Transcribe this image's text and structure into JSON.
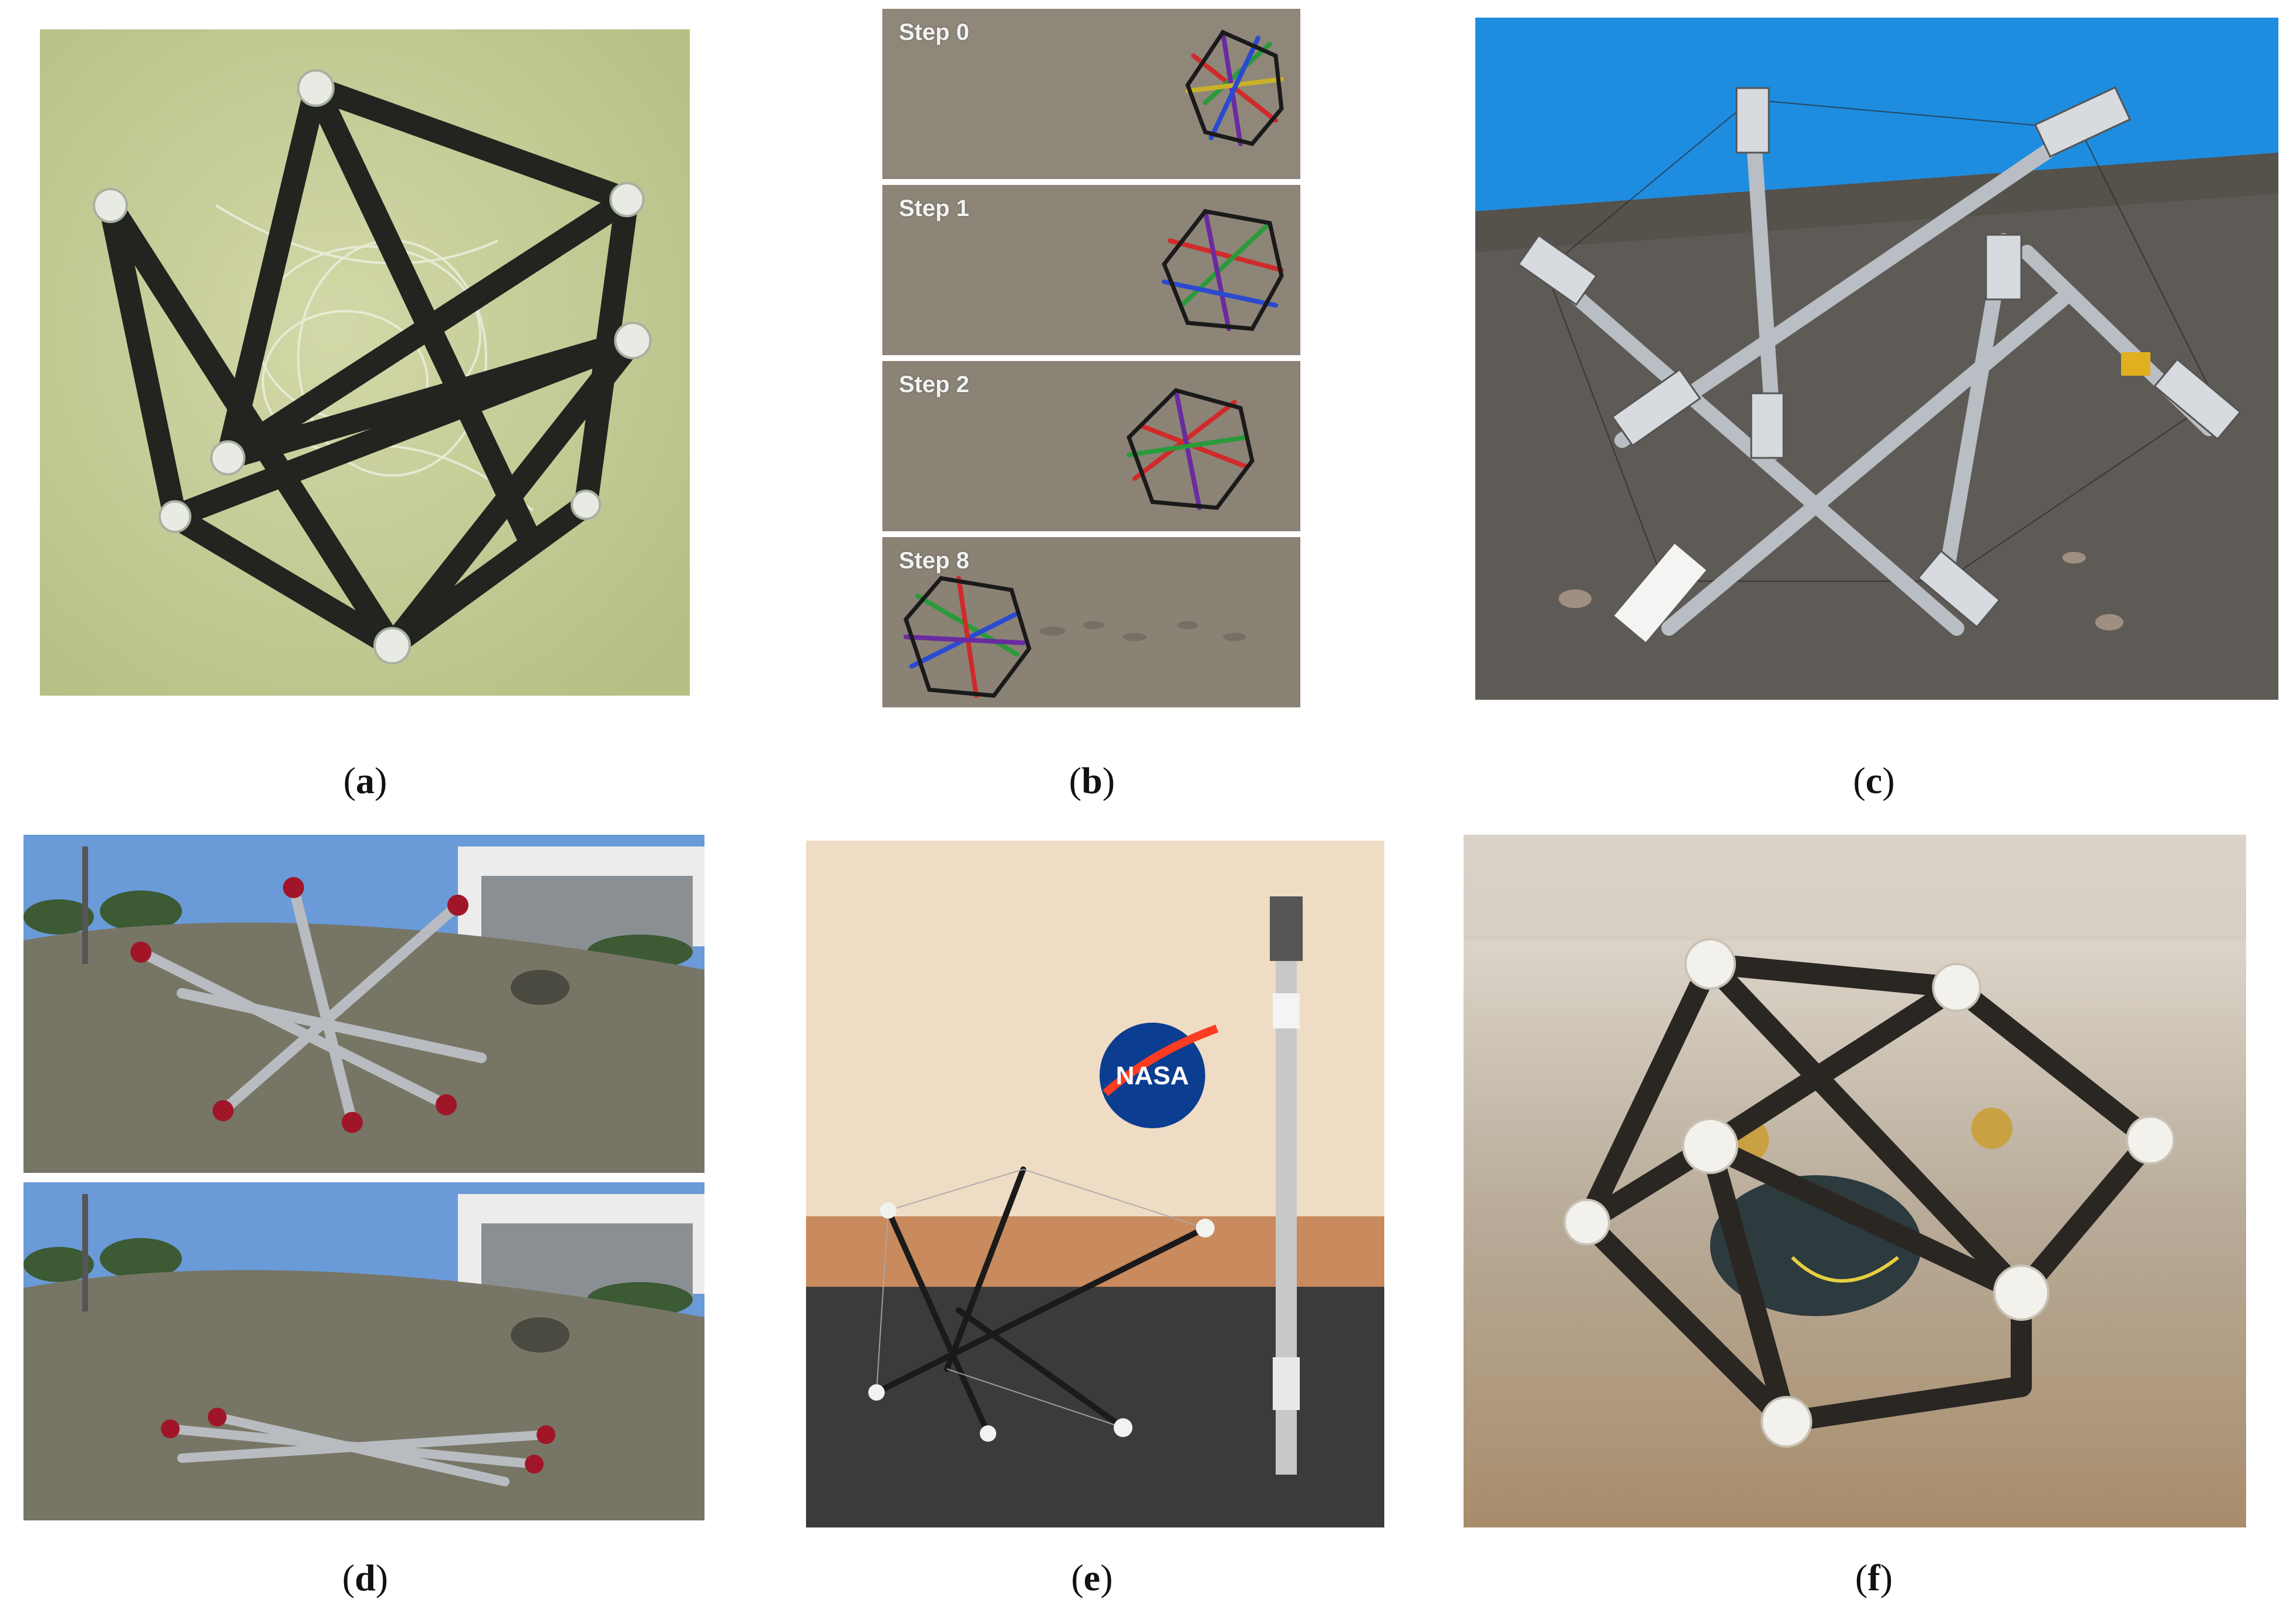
{
  "figure": {
    "panels": [
      {
        "id": "a",
        "caption": "a",
        "description_icon": "tensegrity-ball-photo"
      },
      {
        "id": "b",
        "caption": "b",
        "steps": [
          "Step 0",
          "Step 1",
          "Step 2",
          "Step 8"
        ]
      },
      {
        "id": "c",
        "caption": "c"
      },
      {
        "id": "d",
        "caption": "d"
      },
      {
        "id": "e",
        "caption": "e",
        "logo_text": "NASA"
      },
      {
        "id": "f",
        "caption": "f"
      }
    ]
  },
  "colors": {
    "panel_a_bg": "#c9cf9c",
    "sand": "#8f877a",
    "sky": "#1e8de0",
    "ground": "#5e5a55",
    "wall": "#efdcc4",
    "wood": "#b69a78",
    "nasa_blue": "#0b3d91",
    "nasa_red": "#fc3d21"
  }
}
